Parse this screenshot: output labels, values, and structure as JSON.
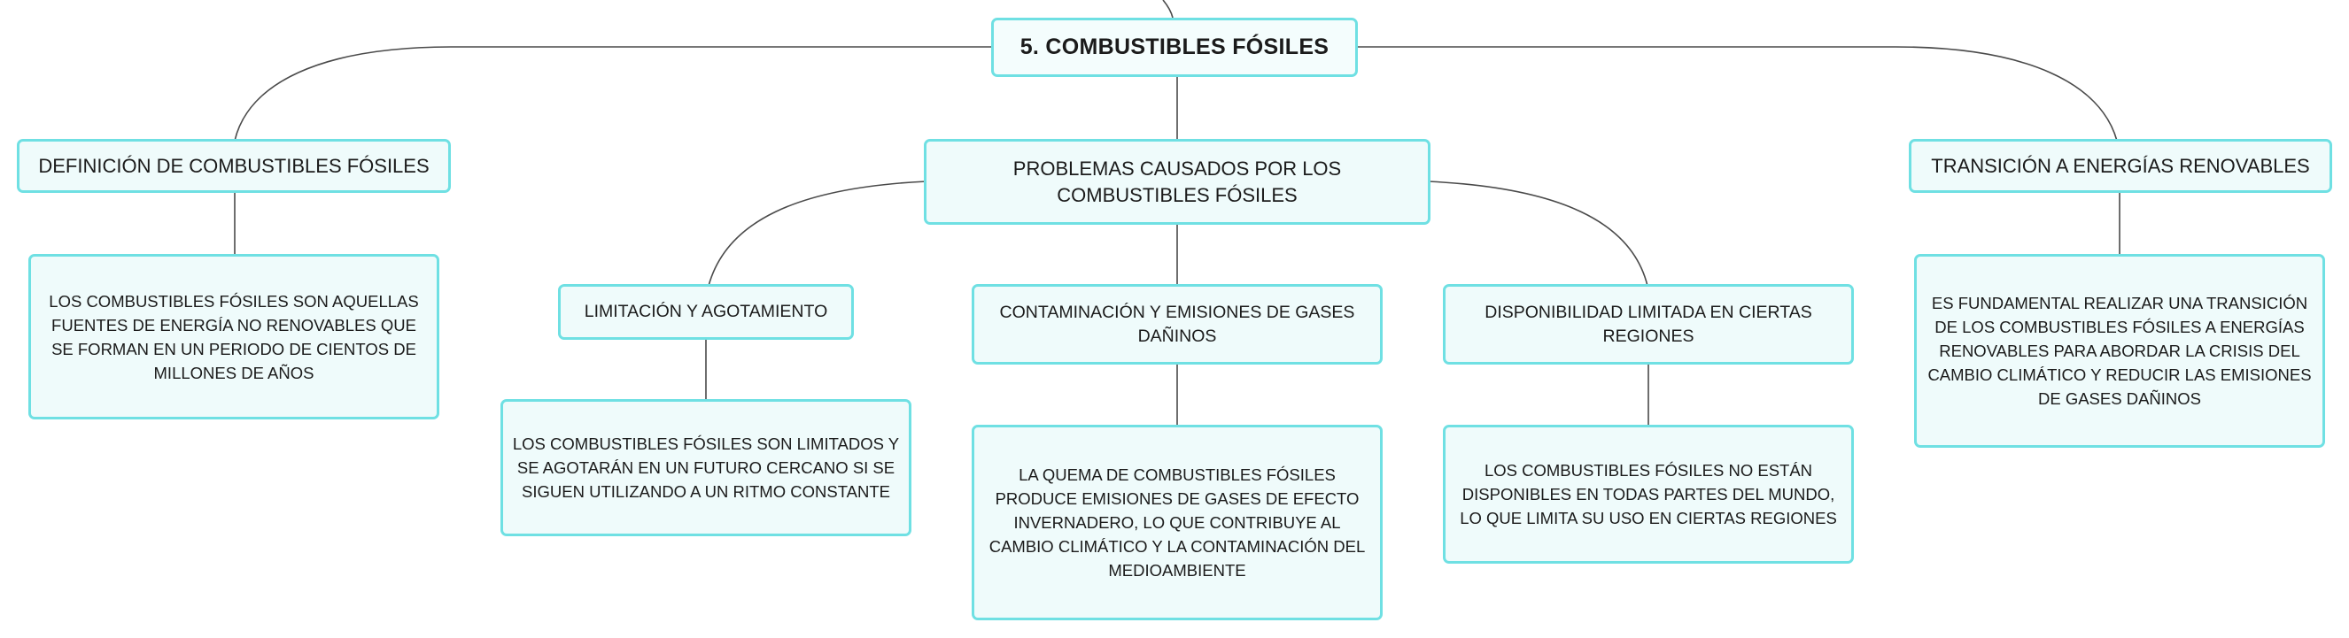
{
  "diagram": {
    "root": {
      "label": "5. COMBUSTIBLES FÓSILES"
    },
    "branches": [
      {
        "label": "DEFINICIÓN DE COMBUSTIBLES FÓSILES",
        "detail": "LOS COMBUSTIBLES FÓSILES SON AQUELLAS FUENTES DE ENERGÍA NO RENOVABLES QUE SE FORMAN EN UN PERIODO DE CIENTOS DE MILLONES DE AÑOS"
      },
      {
        "label": "PROBLEMAS CAUSADOS POR LOS COMBUSTIBLES FÓSILES",
        "children": [
          {
            "label": "LIMITACIÓN Y AGOTAMIENTO",
            "detail": "LOS COMBUSTIBLES FÓSILES SON LIMITADOS Y SE AGOTARÁN EN UN FUTURO CERCANO SI SE SIGUEN UTILIZANDO A UN RITMO CONSTANTE"
          },
          {
            "label": "CONTAMINACIÓN Y EMISIONES DE GASES DAÑINOS",
            "detail": "LA QUEMA DE COMBUSTIBLES FÓSILES PRODUCE EMISIONES DE GASES DE EFECTO INVERNADERO, LO QUE CONTRIBUYE AL CAMBIO CLIMÁTICO Y LA CONTAMINACIÓN DEL MEDIOAMBIENTE"
          },
          {
            "label": "DISPONIBILIDAD LIMITADA EN CIERTAS REGIONES",
            "detail": "LOS COMBUSTIBLES FÓSILES NO ESTÁN DISPONIBLES EN TODAS PARTES DEL MUNDO, LO QUE LIMITA SU USO EN CIERTAS REGIONES"
          }
        ]
      },
      {
        "label": "TRANSICIÓN A ENERGÍAS RENOVABLES",
        "detail": "ES FUNDAMENTAL REALIZAR UNA TRANSICIÓN DE LOS COMBUSTIBLES FÓSILES A ENERGÍAS RENOVABLES PARA ABORDAR LA CRISIS DEL CAMBIO CLIMÁTICO Y REDUCIR LAS EMISIONES DE GASES DAÑINOS"
      }
    ],
    "colors": {
      "node_border": "#6fe0e3",
      "node_fill": "#effbfb",
      "connector": "#4a4a4a",
      "text": "#1b1b1b"
    }
  }
}
